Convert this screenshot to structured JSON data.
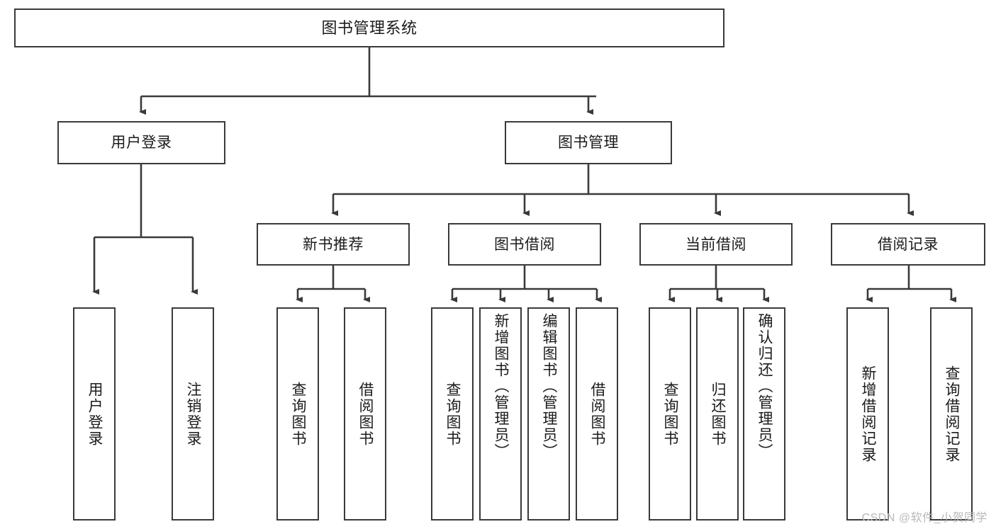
{
  "diagram": {
    "title": "图书管理系统",
    "type": "tree-structure-chart",
    "watermark": "CSDN @软件_小贺同学",
    "style": {
      "box_border_color": "#3a3a3a",
      "box_fill_color": "#ffffff",
      "connector_color": "#3a3a3a",
      "text_color": "#1b1b1b",
      "background": "#ffffff"
    }
  },
  "nodes": {
    "root": {
      "label": "图书管理系统"
    },
    "level2": [
      {
        "label": "用户登录"
      },
      {
        "label": "图书管理"
      }
    ],
    "level3": [
      {
        "label": "新书推荐"
      },
      {
        "label": "图书借阅"
      },
      {
        "label": "当前借阅"
      },
      {
        "label": "借阅记录"
      }
    ],
    "leaves": {
      "user_login": [
        {
          "label": "用户登录"
        },
        {
          "label": "注销登录"
        }
      ],
      "new_book": [
        {
          "label": "查询图书"
        },
        {
          "label": "借阅图书"
        }
      ],
      "book_borrow": [
        {
          "label": "查询图书"
        },
        {
          "label": "新增图书（管理员）"
        },
        {
          "label": "编辑图书（管理员）"
        },
        {
          "label": "借阅图书"
        }
      ],
      "current_borrow": [
        {
          "label": "查询图书"
        },
        {
          "label": "归还图书"
        },
        {
          "label": "确认归还（管理员）"
        }
      ],
      "borrow_record": [
        {
          "label": "新增借阅记录"
        },
        {
          "label": "查询借阅记录"
        }
      ]
    }
  },
  "chart_data": {
    "type": "tree",
    "title": "图书管理系统",
    "root": "图书管理系统",
    "edges": [
      [
        "图书管理系统",
        "用户登录"
      ],
      [
        "图书管理系统",
        "图书管理"
      ],
      [
        "用户登录",
        "用户登录"
      ],
      [
        "用户登录",
        "注销登录"
      ],
      [
        "图书管理",
        "新书推荐"
      ],
      [
        "图书管理",
        "图书借阅"
      ],
      [
        "图书管理",
        "当前借阅"
      ],
      [
        "图书管理",
        "借阅记录"
      ],
      [
        "新书推荐",
        "查询图书"
      ],
      [
        "新书推荐",
        "借阅图书"
      ],
      [
        "图书借阅",
        "查询图书"
      ],
      [
        "图书借阅",
        "新增图书（管理员）"
      ],
      [
        "图书借阅",
        "编辑图书（管理员）"
      ],
      [
        "图书借阅",
        "借阅图书"
      ],
      [
        "当前借阅",
        "查询图书"
      ],
      [
        "当前借阅",
        "归还图书"
      ],
      [
        "当前借阅",
        "确认归还（管理员）"
      ],
      [
        "借阅记录",
        "新增借阅记录"
      ],
      [
        "借阅记录",
        "查询借阅记录"
      ]
    ],
    "depth": 4,
    "leaf_count": 13
  }
}
